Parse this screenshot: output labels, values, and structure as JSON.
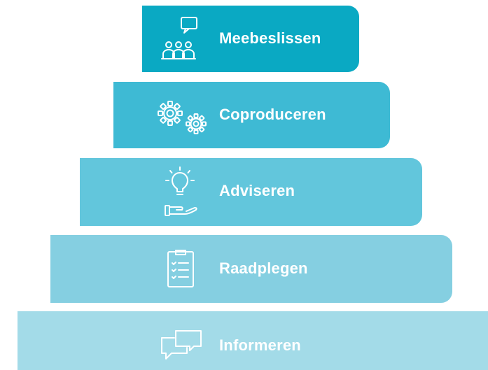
{
  "tiers": [
    {
      "label": "Meebeslissen",
      "icon": "people-speech-icon",
      "color": "#0aa9c3"
    },
    {
      "label": "Coproduceren",
      "icon": "gears-icon",
      "color": "#3ebad4"
    },
    {
      "label": "Adviseren",
      "icon": "lightbulb-hand-icon",
      "color": "#62c6dc"
    },
    {
      "label": "Raadplegen",
      "icon": "clipboard-checklist-icon",
      "color": "#85cfe1"
    },
    {
      "label": "Informeren",
      "icon": "chat-bubbles-icon",
      "color": "#a3dbe8"
    }
  ]
}
